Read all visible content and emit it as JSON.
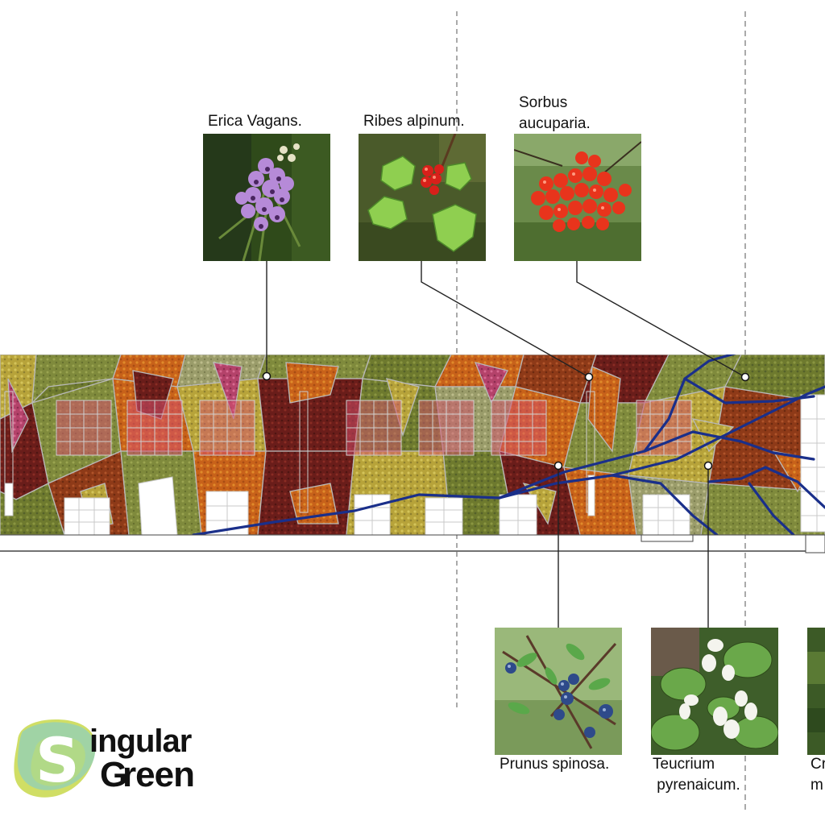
{
  "plants_top": [
    {
      "label": "Erica Vagans.",
      "photo_icon": "heather-flower-photo"
    },
    {
      "label": "Ribes alpinum.",
      "photo_icon": "red-currant-leaves-photo"
    },
    {
      "label": "Sorbus\naucuparia.",
      "photo_icon": "rowan-berries-photo"
    }
  ],
  "plants_bottom": [
    {
      "label": "Prunus spinosa.",
      "photo_icon": "blackthorn-berries-photo"
    },
    {
      "label": "Teucrium\n pyrenaicum.",
      "photo_icon": "white-flower-photo"
    },
    {
      "label": "Cr\nm",
      "photo_icon": "cropped-plant-photo"
    }
  ],
  "logo": {
    "word1": "ingular",
    "word2": "reen",
    "letter1": "S",
    "letter2": "G"
  },
  "colors": {
    "stream": "#1a2f8a",
    "outline": "#b9b9b9",
    "leader": "#222222",
    "logo_green": "#c8d84a",
    "logo_teal": "#8ccfc0"
  }
}
